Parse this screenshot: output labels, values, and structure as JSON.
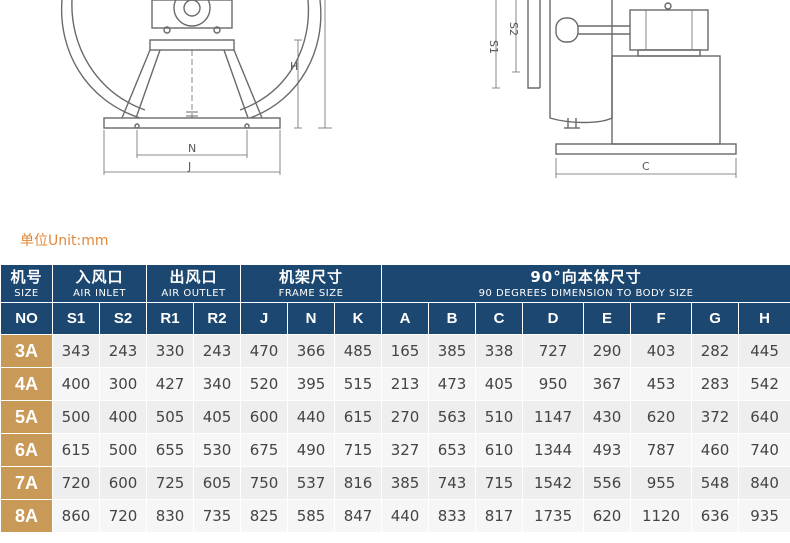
{
  "drawing": {
    "front_labels": {
      "h": "H",
      "n": "N",
      "j": "J"
    },
    "side_labels": {
      "s1": "S1",
      "s2": "S2",
      "c": "C"
    }
  },
  "unit_label": "单位Unit:mm",
  "table": {
    "groups": [
      {
        "cn": "机号",
        "en": "SIZE"
      },
      {
        "cn": "入风口",
        "en": "AIR INLET"
      },
      {
        "cn": "出风口",
        "en": "AIR OUTLET"
      },
      {
        "cn": "机架尺寸",
        "en": "FRAME SIZE"
      },
      {
        "cn": "90°向本体尺寸",
        "en": "90 DEGREES DIMENSION TO BODY SIZE"
      }
    ],
    "headers": [
      "NO",
      "S1",
      "S2",
      "R1",
      "R2",
      "J",
      "N",
      "K",
      "A",
      "B",
      "C",
      "D",
      "E",
      "F",
      "G",
      "H"
    ],
    "rows": [
      [
        "3A",
        "343",
        "243",
        "330",
        "243",
        "470",
        "366",
        "485",
        "165",
        "385",
        "338",
        "727",
        "290",
        "403",
        "282",
        "445"
      ],
      [
        "4A",
        "400",
        "300",
        "427",
        "340",
        "520",
        "395",
        "515",
        "213",
        "473",
        "405",
        "950",
        "367",
        "453",
        "283",
        "542"
      ],
      [
        "5A",
        "500",
        "400",
        "505",
        "405",
        "600",
        "440",
        "615",
        "270",
        "563",
        "510",
        "1147",
        "430",
        "620",
        "372",
        "640"
      ],
      [
        "6A",
        "615",
        "500",
        "655",
        "530",
        "675",
        "490",
        "715",
        "327",
        "653",
        "610",
        "1344",
        "493",
        "787",
        "460",
        "740"
      ],
      [
        "7A",
        "720",
        "600",
        "725",
        "605",
        "750",
        "537",
        "816",
        "385",
        "743",
        "715",
        "1542",
        "556",
        "955",
        "548",
        "840"
      ],
      [
        "8A",
        "860",
        "720",
        "830",
        "735",
        "825",
        "585",
        "847",
        "440",
        "833",
        "817",
        "1735",
        "620",
        "1120",
        "636",
        "935"
      ]
    ]
  }
}
